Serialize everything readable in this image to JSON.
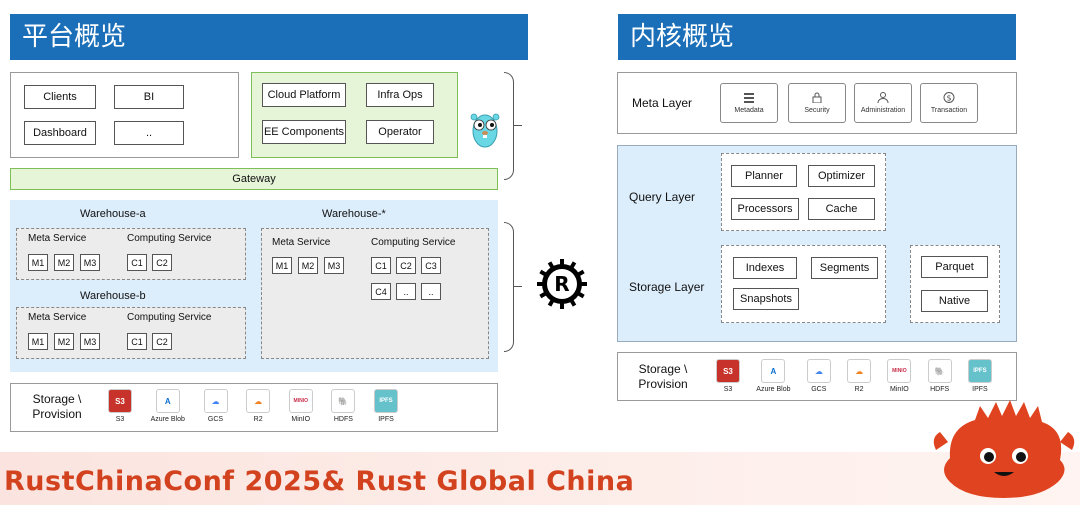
{
  "left": {
    "title": "平台概览",
    "clients": "Clients",
    "bi": "BI",
    "dashboard": "Dashboard",
    "ellipsis": "..",
    "cloud_platform": "Cloud Platform",
    "infra_ops": "Infra Ops",
    "ee_components": "EE Components",
    "operator": "Operator",
    "gateway": "Gateway",
    "warehouse_a": "Warehouse-a",
    "warehouse_b": "Warehouse-b",
    "warehouse_star": "Warehouse-*",
    "meta_service": "Meta Service",
    "computing_service": "Computing Service",
    "m1": "M1",
    "m2": "M2",
    "m3": "M3",
    "c1": "C1",
    "c2": "C2",
    "c3": "C3",
    "c4": "C4",
    "dots": "..",
    "storage_line1": "Storage \\",
    "storage_line2": "Provision"
  },
  "right": {
    "title": "内核概览",
    "meta_layer": "Meta Layer",
    "metadata": "Metadata",
    "security": "Security",
    "administration": "Administration",
    "transaction": "Transaction",
    "query_layer": "Query Layer",
    "planner": "Planner",
    "optimizer": "Optimizer",
    "processors": "Processors",
    "cache": "Cache",
    "storage_layer": "Storage Layer",
    "indexes": "Indexes",
    "segments": "Segments",
    "snapshots": "Snapshots",
    "parquet": "Parquet",
    "native": "Native",
    "storage_line1": "Storage \\",
    "storage_line2": "Provision"
  },
  "storage_icons": [
    {
      "label": "S3",
      "icon": "s3-icon",
      "color": "#c7332a",
      "glyph": "S3"
    },
    {
      "label": "Azure Blob",
      "icon": "azure-icon",
      "color": "#0a6fd0",
      "glyph": "A"
    },
    {
      "label": "GCS",
      "icon": "gcs-icon",
      "color": "#4285f4",
      "glyph": "☁"
    },
    {
      "label": "R2",
      "icon": "cloudflare-icon",
      "color": "#f48120",
      "glyph": "☁"
    },
    {
      "label": "MinIO",
      "icon": "minio-icon",
      "color": "#c72c48",
      "glyph": "MINIO"
    },
    {
      "label": "HDFS",
      "icon": "hdfs-icon",
      "color": "#e2c21a",
      "glyph": "🐘"
    },
    {
      "label": "IPFS",
      "icon": "ipfs-icon",
      "color": "#65c2cb",
      "glyph": "IPFS"
    }
  ],
  "banner": "RustChinaConf 2025& Rust Global China",
  "colors": {
    "header_blue": "#1b6fb8",
    "green_fill": "#e6f4d8",
    "blue_fill": "#dcedfb",
    "banner_red": "#d2421e",
    "ferris_orange": "#e0431f"
  }
}
